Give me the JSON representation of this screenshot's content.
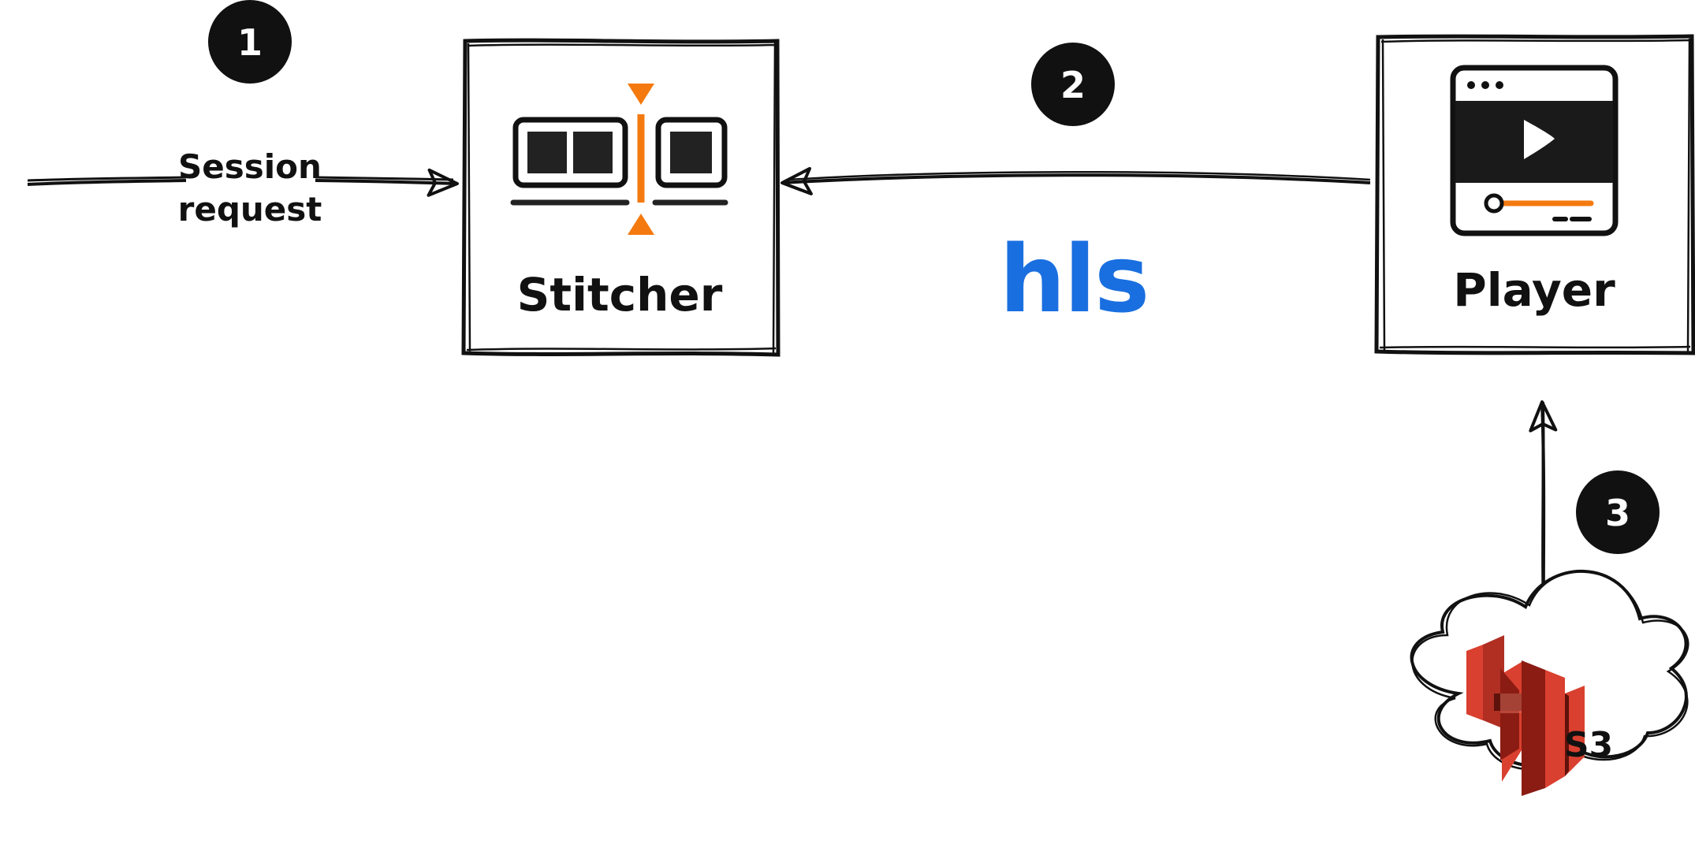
{
  "diagram": {
    "steps": [
      "1",
      "2",
      "3"
    ],
    "nodes": {
      "stitcher": {
        "label": "Stitcher",
        "icon": "video-stitch-icon"
      },
      "player": {
        "label": "Player",
        "icon": "video-player-icon"
      },
      "storage": {
        "label": "S3",
        "icon": "aws-s3-cloud-icon"
      }
    },
    "edges": {
      "session_request": {
        "line1": "Session",
        "line2": "request"
      },
      "player_to_stitcher": {
        "label": "hls"
      }
    },
    "colors": {
      "ink": "#111111",
      "accent_orange": "#f47a0f",
      "hls_blue": "#1a6fe0",
      "s3_red": "#d9402f",
      "s3_dark": "#8a1c13"
    }
  }
}
